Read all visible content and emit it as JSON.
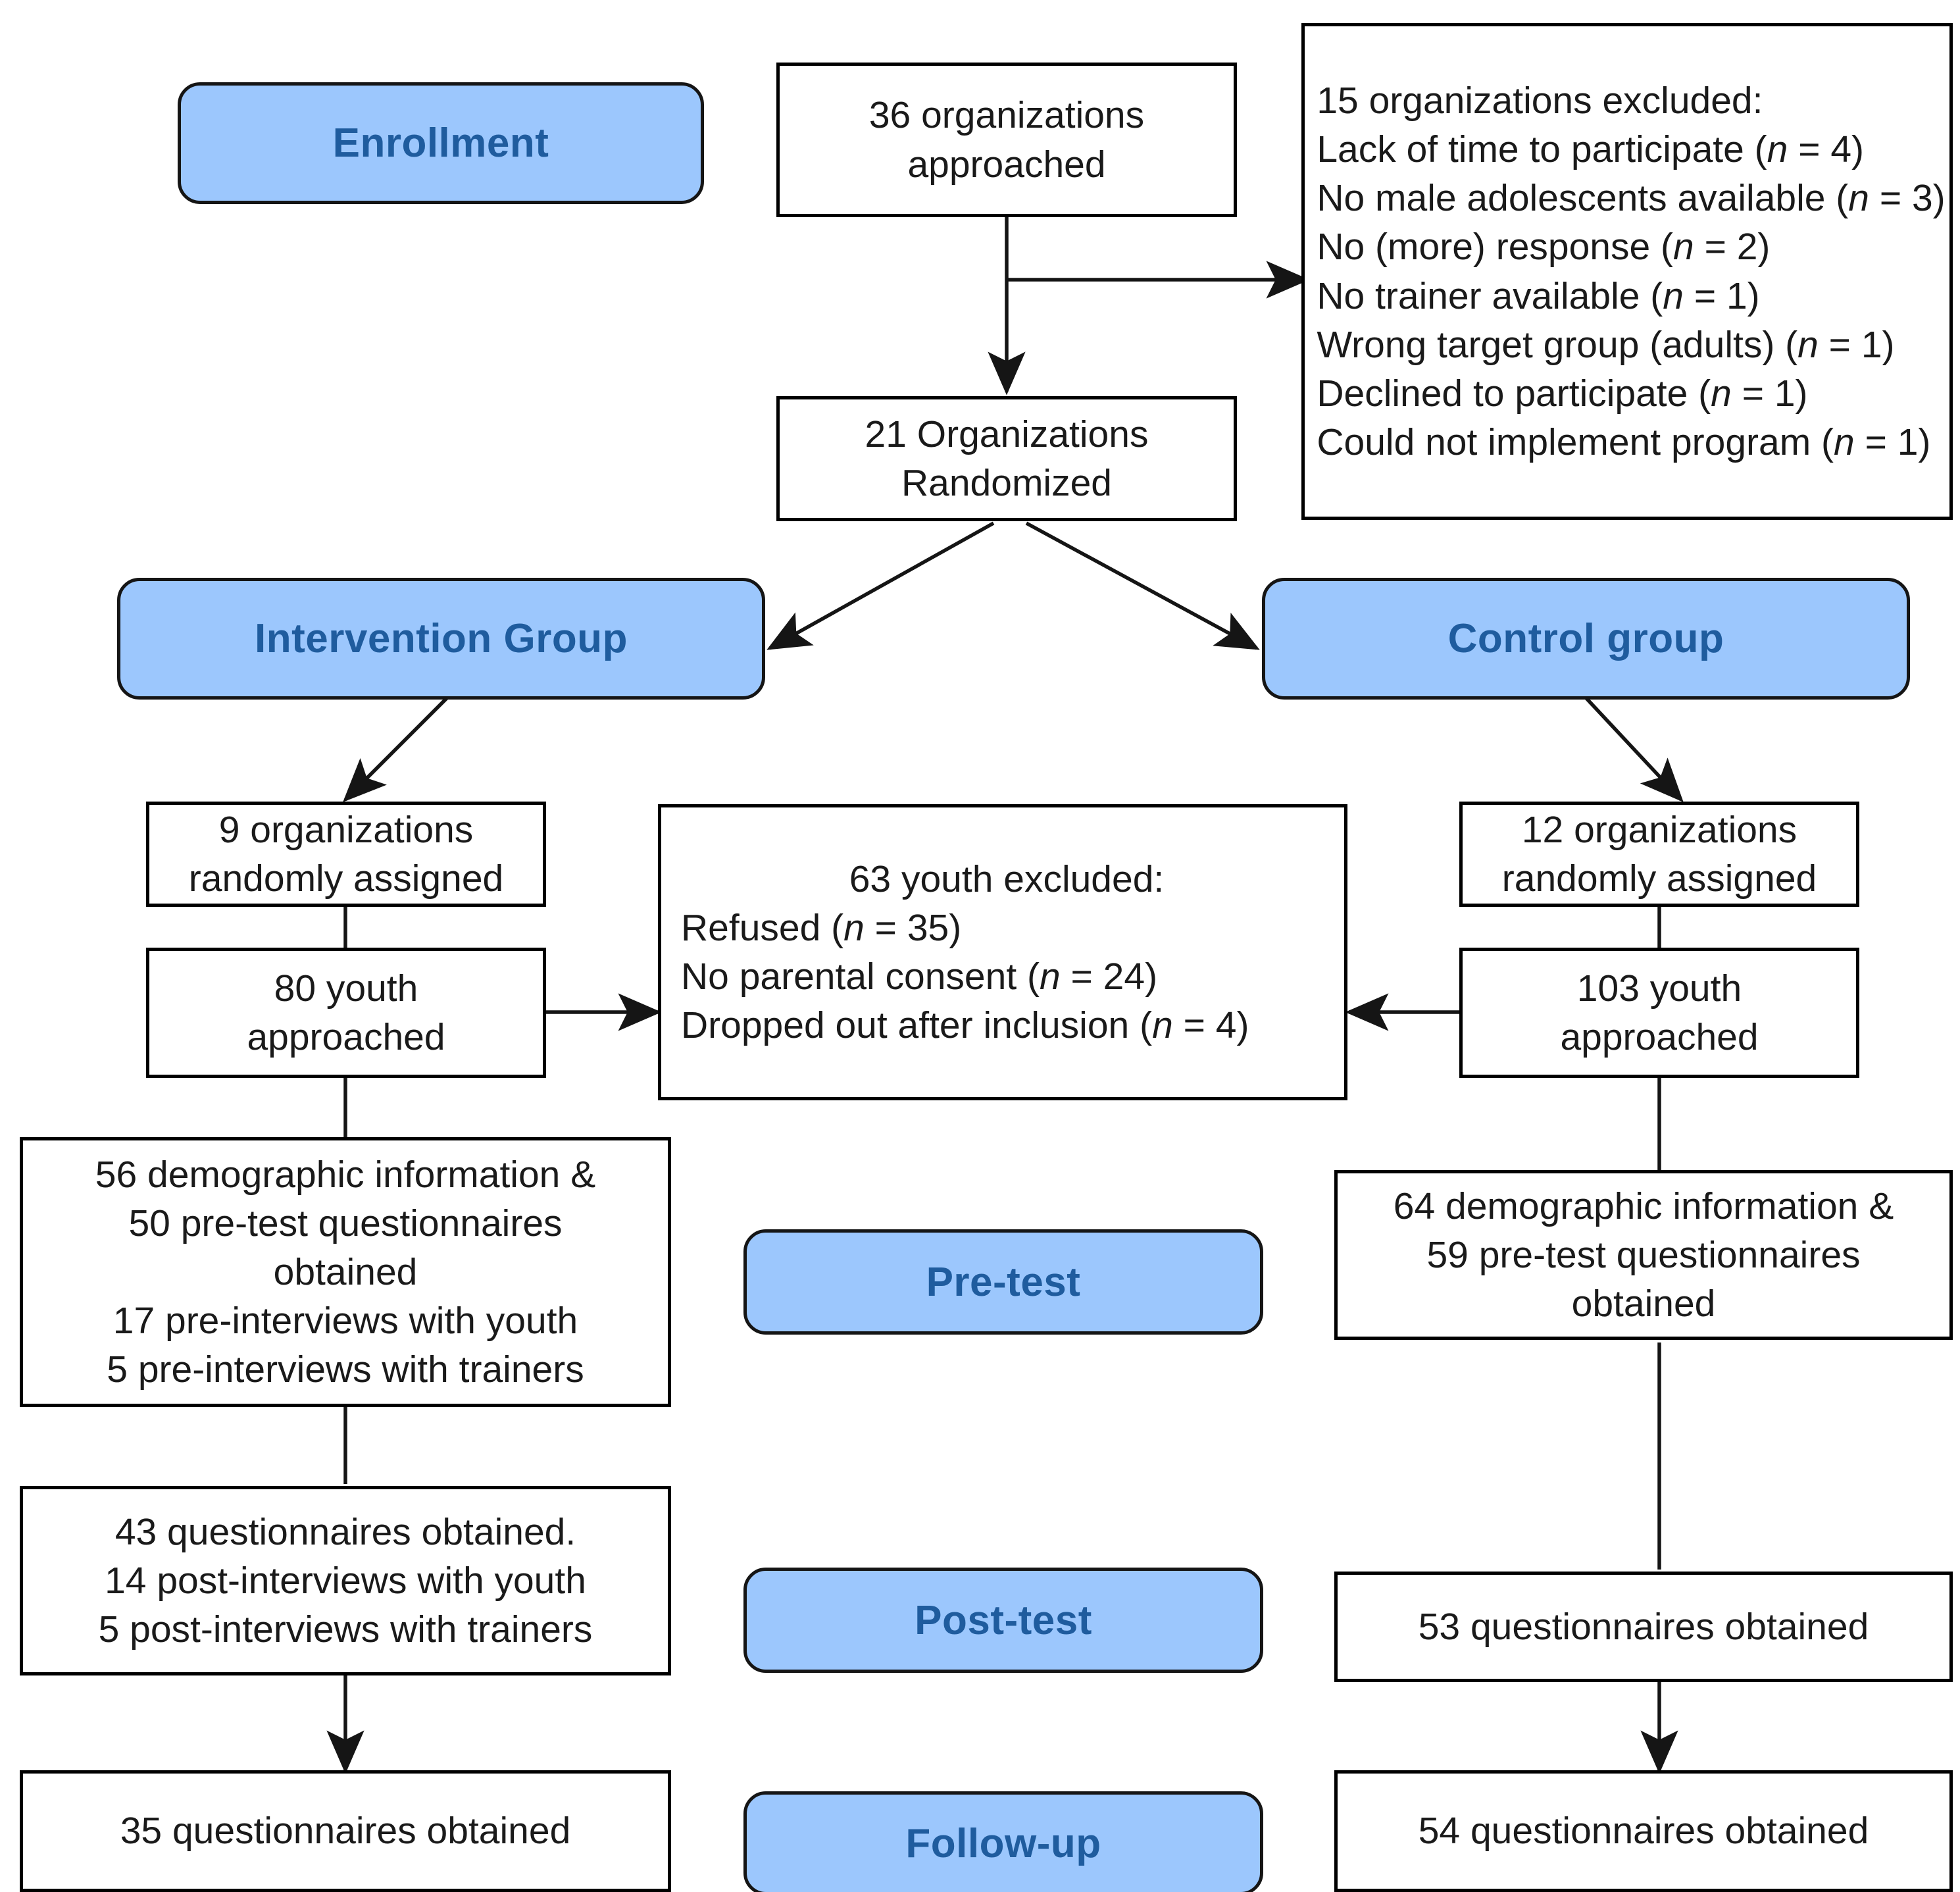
{
  "colors": {
    "stage_fill": "#9CC7FD",
    "stage_text": "#1F5C9E",
    "box_border": "#000000",
    "box_fill": "#FFFFFF",
    "connector": "#151515"
  },
  "stages": {
    "enrollment": "Enrollment",
    "intervention_group": "Intervention Group",
    "control_group": "Control group",
    "pre_test": "Pre-test",
    "post_test": "Post-test",
    "follow_up": "Follow-up"
  },
  "enrollment": {
    "approached": {
      "line1": "36 organizations",
      "line2": "approached"
    },
    "randomized": {
      "line1": "21 Organizations",
      "line2": "Randomized"
    },
    "org_exclusions": {
      "header": "15 organizations excluded:",
      "reasons": [
        {
          "label": "Lack of time to participate",
          "n": "4"
        },
        {
          "label": "No male adolescents available",
          "n": "3"
        },
        {
          "label": "No (more) response",
          "n": " 2"
        },
        {
          "label": "No trainer available",
          "n": "1"
        },
        {
          "label": "Wrong target group (adults)",
          "n": "1"
        },
        {
          "label": "Declined to participate",
          "n": "1"
        },
        {
          "label": "Could not implement program",
          "n": "1"
        }
      ]
    }
  },
  "youth_exclusions": {
    "header": "63 youth excluded:",
    "reasons": [
      {
        "label": "Refused",
        "n": "35"
      },
      {
        "label": "No parental consent",
        "n": "24"
      },
      {
        "label": "Dropped out after inclusion",
        "n": "4"
      }
    ]
  },
  "intervention": {
    "orgs_assigned": {
      "line1": "9 organizations",
      "line2": "randomly assigned"
    },
    "youth_approached": {
      "line1": "80 youth",
      "line2": "approached"
    },
    "pre_test": {
      "line1": "56 demographic information &",
      "line2": "50 pre-test questionnaires",
      "line3": "obtained",
      "line4": "17 pre-interviews with youth",
      "line5": "5 pre-interviews with trainers"
    },
    "post_test": {
      "line1": "43 questionnaires obtained.",
      "line2": "14 post-interviews with youth",
      "line3": "5 post-interviews with trainers"
    },
    "follow_up": {
      "line1": "35 questionnaires obtained"
    }
  },
  "control": {
    "orgs_assigned": {
      "line1": "12 organizations",
      "line2": "randomly assigned"
    },
    "youth_approached": {
      "line1": "103 youth",
      "line2": "approached"
    },
    "pre_test": {
      "line1": "64 demographic information &",
      "line2": "59 pre-test questionnaires",
      "line3": "obtained"
    },
    "post_test": {
      "line1": "53 questionnaires obtained"
    },
    "follow_up": {
      "line1": "54 questionnaires obtained"
    }
  }
}
